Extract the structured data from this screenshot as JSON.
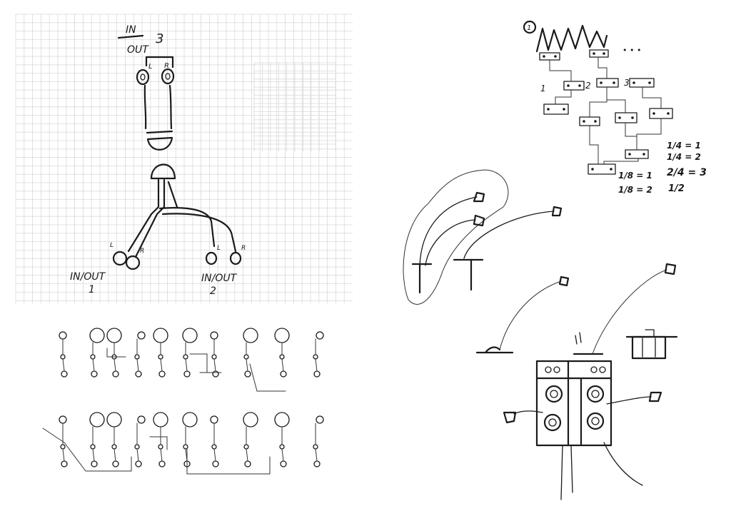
{
  "labels": {
    "in_out_3_top": "IN",
    "in_out_3_bottom": "OUT",
    "in_out_3_num": "3",
    "left": "L",
    "right": "R",
    "in_out_1": "IN/OUT",
    "in_out_1_num": "1",
    "in_out_2": "IN/OUT",
    "in_out_2_num": "2"
  },
  "tree": {
    "step": "1",
    "node_labels": [
      "1",
      "2",
      "3"
    ],
    "fractions_right": [
      "1/4 = 1",
      "1/4 = 2",
      "2/4 = 3",
      "1/2"
    ],
    "fractions_left": [
      "1/8 = 1",
      "1/8 = 2"
    ],
    "ellipsis": "• • •"
  },
  "colors": {
    "ink": "#1a1a1a",
    "grid": "#d9d9d9",
    "paper": "#ffffff"
  }
}
